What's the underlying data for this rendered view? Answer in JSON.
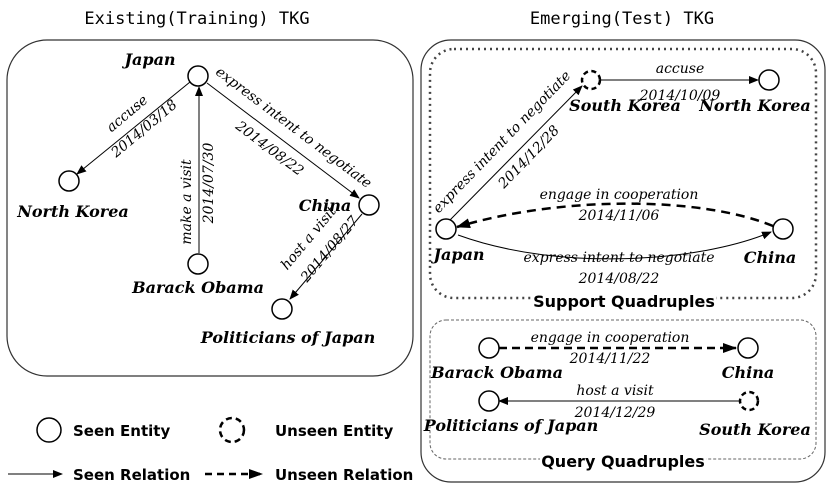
{
  "titles": {
    "left": "Existing(Training) TKG",
    "right": "Emerging(Test) TKG"
  },
  "entities": {
    "japan": "Japan",
    "north_korea": "North Korea",
    "china": "China",
    "barack_obama": "Barack Obama",
    "politicians_of_japan": "Politicians of Japan",
    "south_korea": "South Korea"
  },
  "relations": {
    "accuse": "accuse",
    "make_a_visit": "make a visit",
    "express_intent": "express intent to negotiate",
    "host_a_visit": "host a visit",
    "engage_in_cooperation": "engage in cooperation"
  },
  "dates": {
    "d20140318": "2014/03/18",
    "d20140730": "2014/07/30",
    "d20140822": "2014/08/22",
    "d20140827": "2014/08/27",
    "d20141009": "2014/10/09",
    "d20141228": "2014/12/28",
    "d20141106": "2014/11/06",
    "d20141122": "2014/11/22",
    "d20141229": "2014/12/29"
  },
  "sections": {
    "support": "Support Quadruples",
    "query": "Query Quadruples"
  },
  "legend": {
    "seen_entity": "Seen Entity",
    "unseen_entity": "Unseen Entity",
    "seen_relation": "Seen Relation",
    "unseen_relation": "Unseen Relation"
  }
}
